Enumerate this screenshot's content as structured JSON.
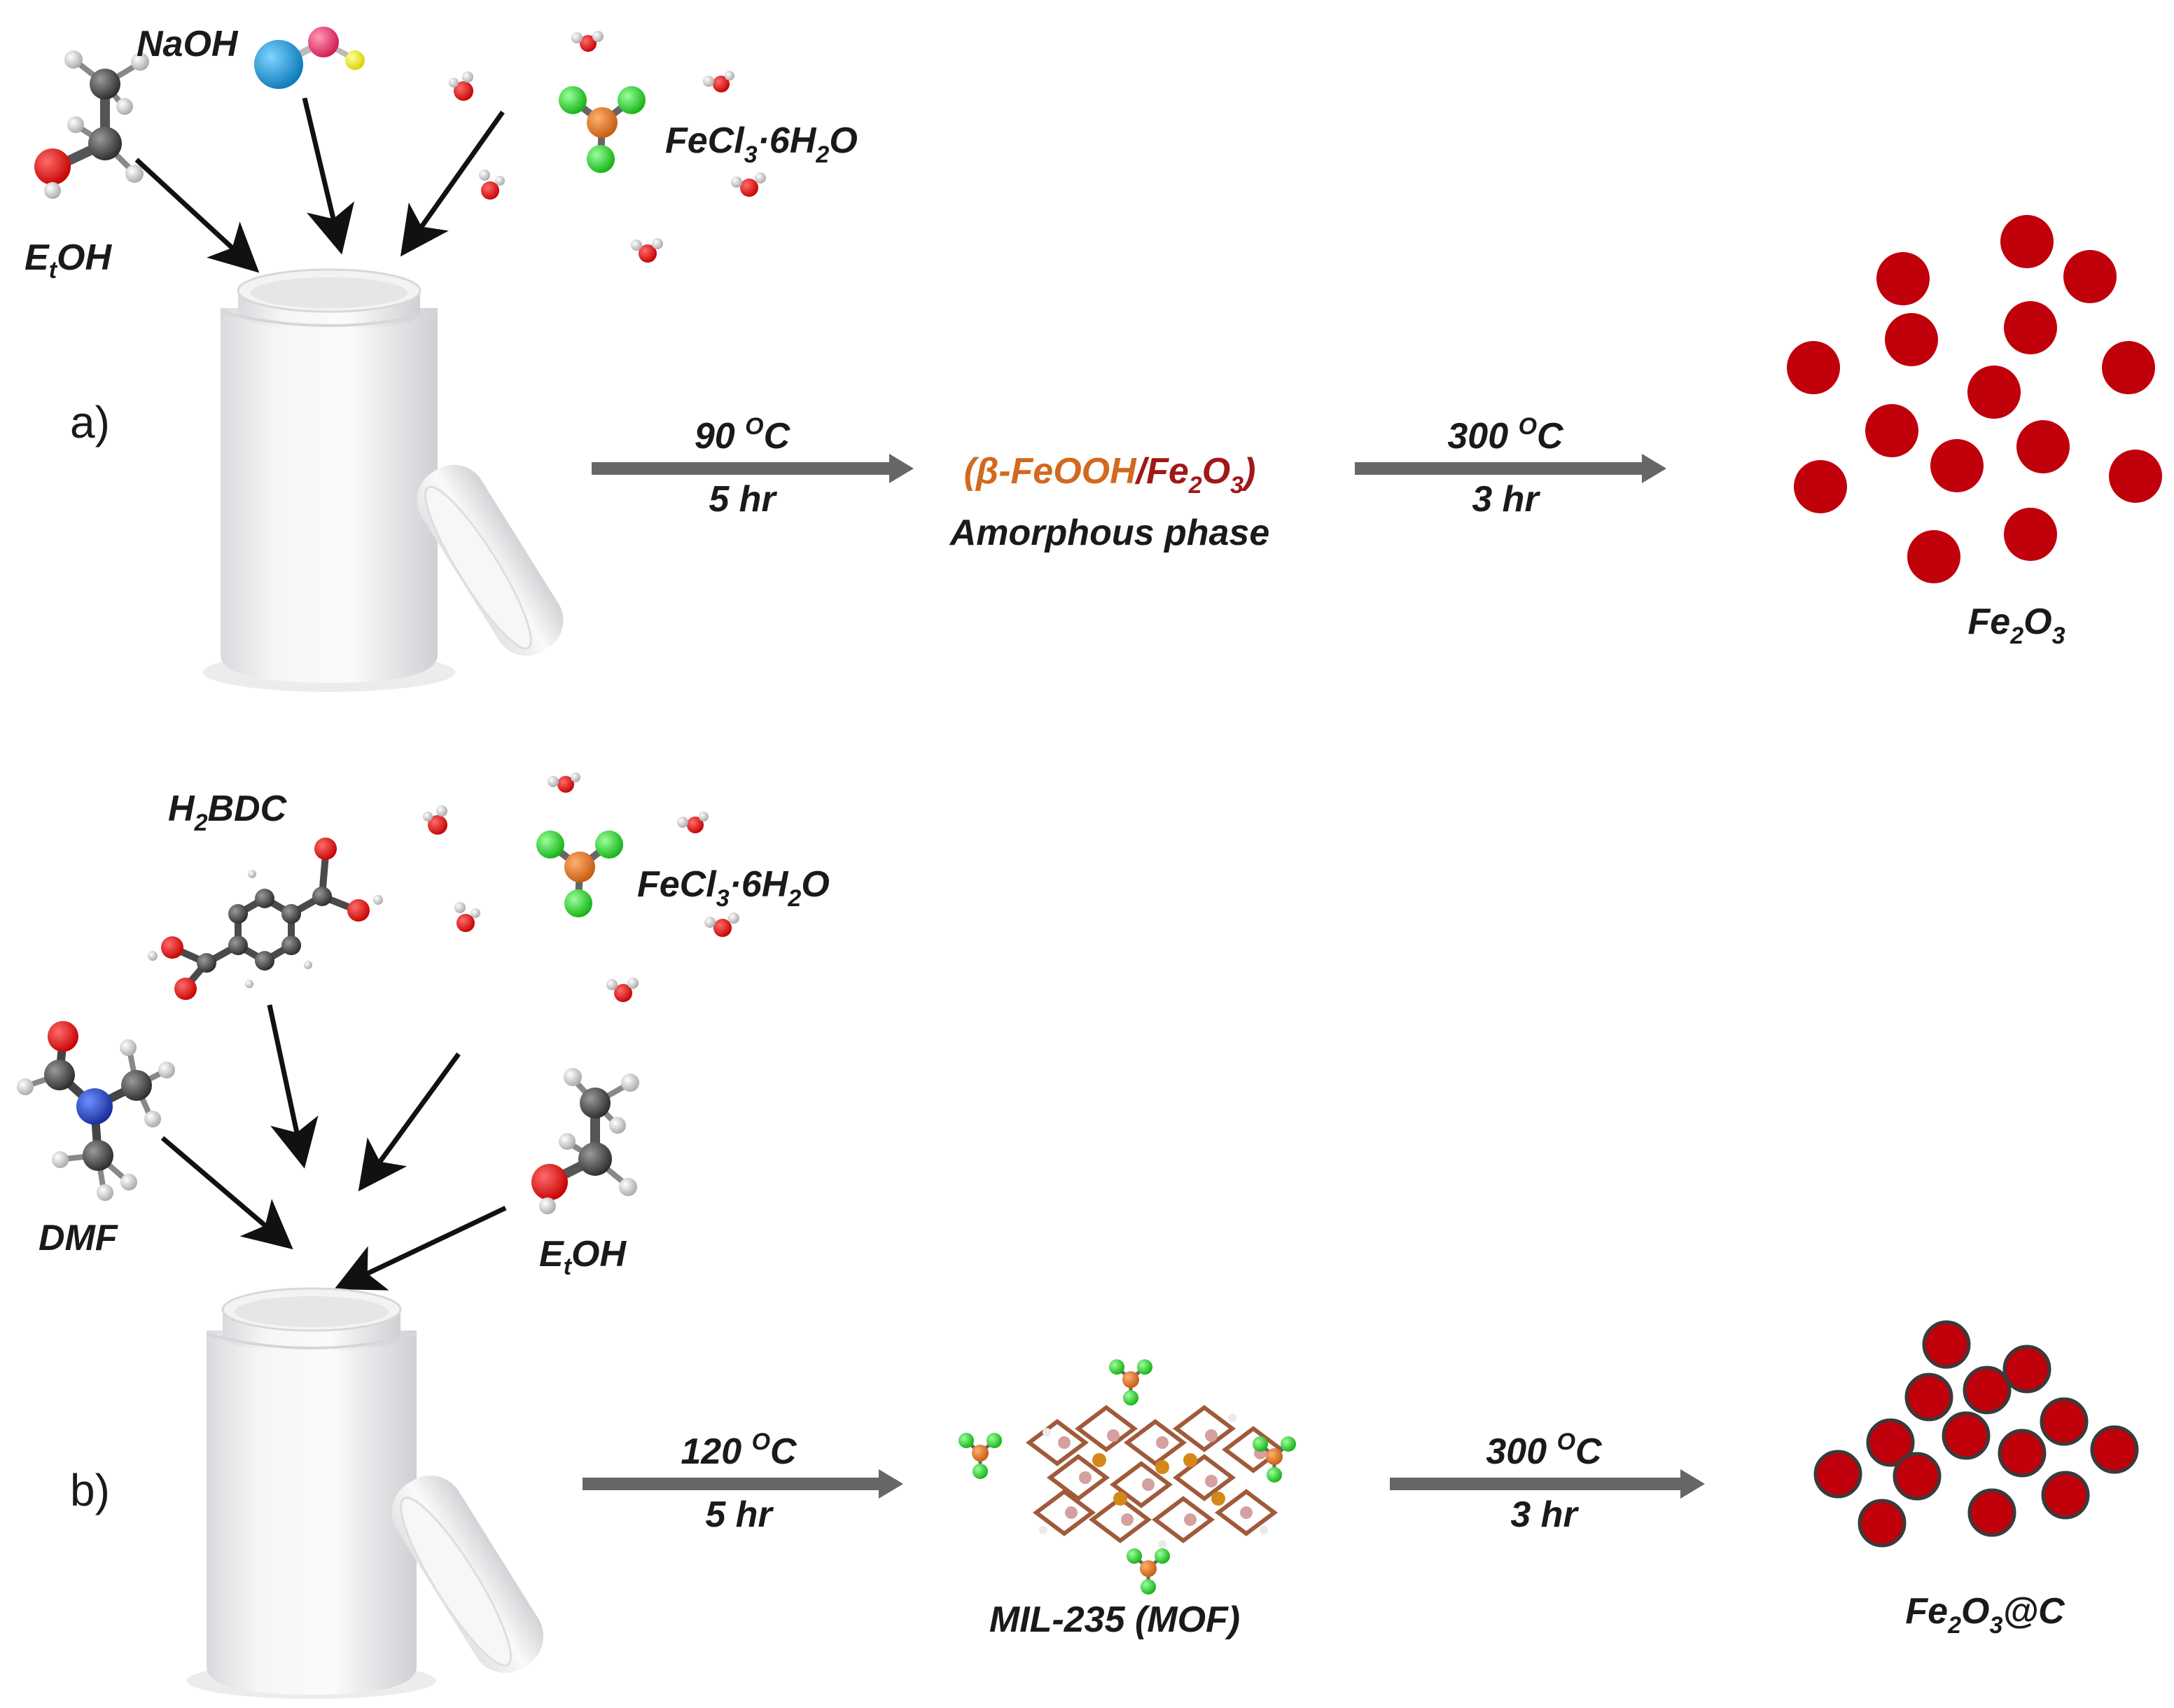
{
  "panel_a": {
    "label": "a)",
    "reagents": {
      "naoh": "NaOH",
      "etoh": {
        "main": "E",
        "sub": "t",
        "tail": "OH"
      },
      "fecl3": {
        "pre": "FeCl",
        "sub": "3",
        "mid": "·6H",
        "sub2": "2",
        "tail": "O"
      }
    },
    "step1": {
      "temp": "90 ",
      "temp_sup": "O",
      "temp_unit": "C",
      "time": "5 hr"
    },
    "intermediate": {
      "open": "(",
      "feooh": "β-FeOOH",
      "slash": "/",
      "fe2o3": {
        "pre": "Fe",
        "sub": "2",
        "mid": "O",
        "sub2": "3"
      },
      "close": ")",
      "phase": "Amorphous phase"
    },
    "step2": {
      "temp": "300 ",
      "temp_sup": "O",
      "temp_unit": "C",
      "time": "3 hr"
    },
    "product": {
      "pre": "Fe",
      "sub": "2",
      "mid": "O",
      "sub2": "3"
    }
  },
  "panel_b": {
    "label": "b)",
    "reagents": {
      "h2bdc": {
        "pre": "H",
        "sub": "2",
        "tail": "BDC"
      },
      "dmf": "DMF",
      "etoh": {
        "main": "E",
        "sub": "t",
        "tail": "OH"
      },
      "fecl3": {
        "pre": "FeCl",
        "sub": "3",
        "mid": "·6H",
        "sub2": "2",
        "tail": "O"
      }
    },
    "step1": {
      "temp": "120 ",
      "temp_sup": "O",
      "temp_unit": "C",
      "time": "5 hr"
    },
    "intermediate": {
      "name": "MIL-235 (MOF)"
    },
    "step2": {
      "temp": "300 ",
      "temp_sup": "O",
      "temp_unit": "C",
      "time": "3 hr"
    },
    "product": {
      "pre": "Fe",
      "sub": "2",
      "mid": "O",
      "sub2": "3",
      "tail": "@C"
    }
  },
  "colors": {
    "particle": "#c0000b",
    "arrow": "#666666",
    "feooh_text": "#d2691e",
    "fe2o3_text": "#a01818",
    "oxygen": "#e11d1d",
    "carbon": "#3a3a3a",
    "chlorine": "#33cc33",
    "iron": "#d97a2b",
    "nitrogen": "#1f3fb8",
    "sodium": "#1e9ad6"
  }
}
